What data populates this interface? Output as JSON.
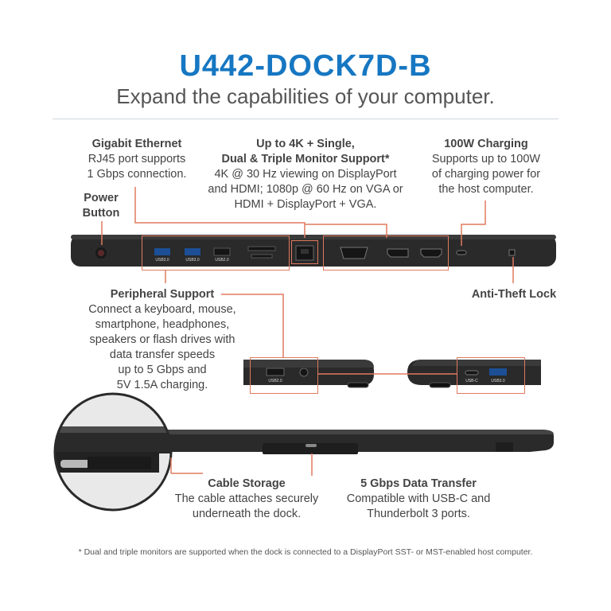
{
  "header": {
    "model": "U442-DOCK7D-B",
    "tagline": "Expand the capabilities of your computer."
  },
  "features": {
    "ethernet": {
      "title": "Gigabit Ethernet",
      "desc": [
        "RJ45 port supports",
        "1 Gbps connection."
      ]
    },
    "power": {
      "title": [
        "Power",
        "Button"
      ]
    },
    "monitor": {
      "title": [
        "Up to 4K + Single,",
        "Dual & Triple Monitor Support*"
      ],
      "desc": [
        "4K @ 30 Hz viewing on DisplayPort",
        "and HDMI; 1080p @ 60 Hz on VGA or",
        "HDMI + DisplayPort + VGA."
      ]
    },
    "charging": {
      "title": "100W Charging",
      "desc": [
        "Supports up to 100W",
        "of charging power for",
        "the host computer."
      ]
    },
    "peripheral": {
      "title": "Peripheral Support",
      "desc": [
        "Connect a keyboard, mouse,",
        "smartphone, headphones,",
        "speakers or flash drives with",
        "data transfer speeds",
        "up to 5 Gbps and",
        "5V 1.5A charging."
      ]
    },
    "lock": {
      "title": "Anti-Theft Lock"
    },
    "cable": {
      "title": "Cable Storage",
      "desc": [
        "The cable attaches securely",
        "underneath the dock."
      ]
    },
    "transfer": {
      "title": "5 Gbps Data Transfer",
      "desc": [
        "Compatible with USB-C and",
        "Thunderbolt 3 ports."
      ]
    }
  },
  "port_labels": {
    "front_usb1": "USB3.0",
    "front_usb2": "USB3.0",
    "front_usb3": "USB2.0",
    "left_usb": "USB2.0",
    "right_usbc": "USB-C",
    "right_usb": "USB3.0"
  },
  "footnote": "* Dual and triple monitors are supported when the dock is connected to a DisplayPort SST- or MST-enabled host computer.",
  "colors": {
    "accent": "#1677c2",
    "callout": "#e07a5f",
    "device": "#2b2b2b"
  }
}
